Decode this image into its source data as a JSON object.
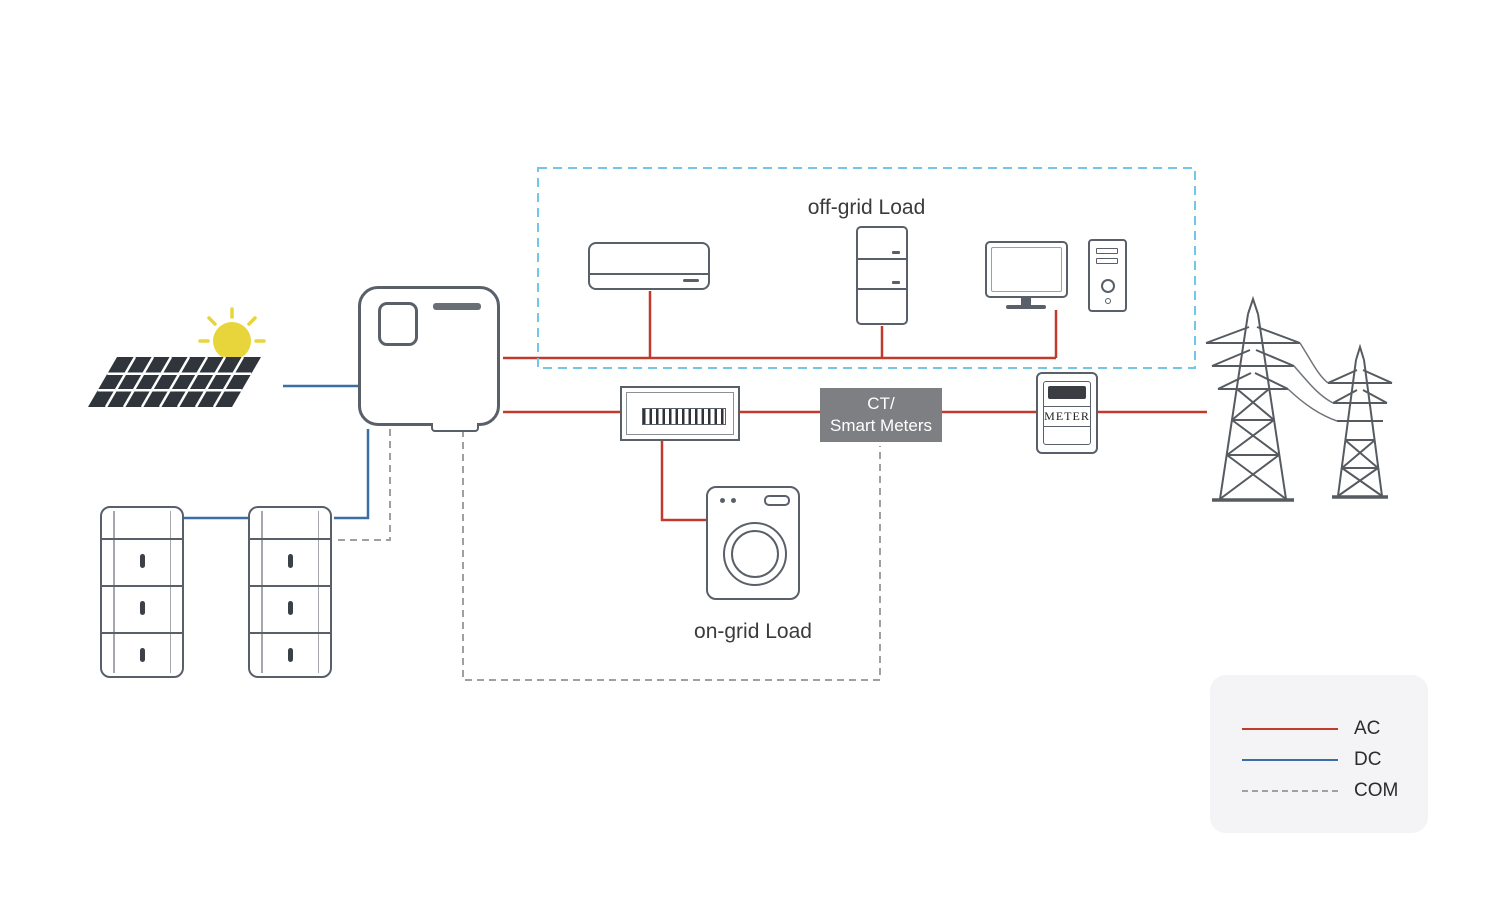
{
  "off_grid": {
    "label": "off-grid Load"
  },
  "on_grid": {
    "label": "on-grid Load"
  },
  "ct_box": {
    "line1": "CT/",
    "line2": "Smart Meters"
  },
  "meter": {
    "label": "METER"
  },
  "legend": {
    "items": [
      {
        "label": "AC",
        "style": "solid",
        "color": "#c23a2c"
      },
      {
        "label": "DC",
        "style": "solid",
        "color": "#3a6ea5"
      },
      {
        "label": "COM",
        "style": "dashed",
        "color": "#a0a0a0"
      }
    ]
  },
  "colors": {
    "ac_line": "#c23a2c",
    "dc_line": "#3a6ea5",
    "com_line": "#a0a0a0",
    "offgrid_box_border": "#74c6e8",
    "device_outline": "#596069",
    "ct_box_fill": "#7d7f82",
    "ct_box_text": "#ffffff",
    "sun": "#e8d53b",
    "solar_cells": "#30353b",
    "legend_background": "#f4f4f6",
    "label_text": "#3b3b3b"
  },
  "components": [
    "sun-icon",
    "solar-panel-icon",
    "inverter-icon",
    "battery-stack-icon",
    "air-conditioner-icon",
    "refrigerator-icon",
    "computer-icon",
    "distribution-box-icon",
    "ct-smart-meter-box",
    "energy-meter-icon",
    "washing-machine-icon",
    "transmission-tower-icon"
  ]
}
